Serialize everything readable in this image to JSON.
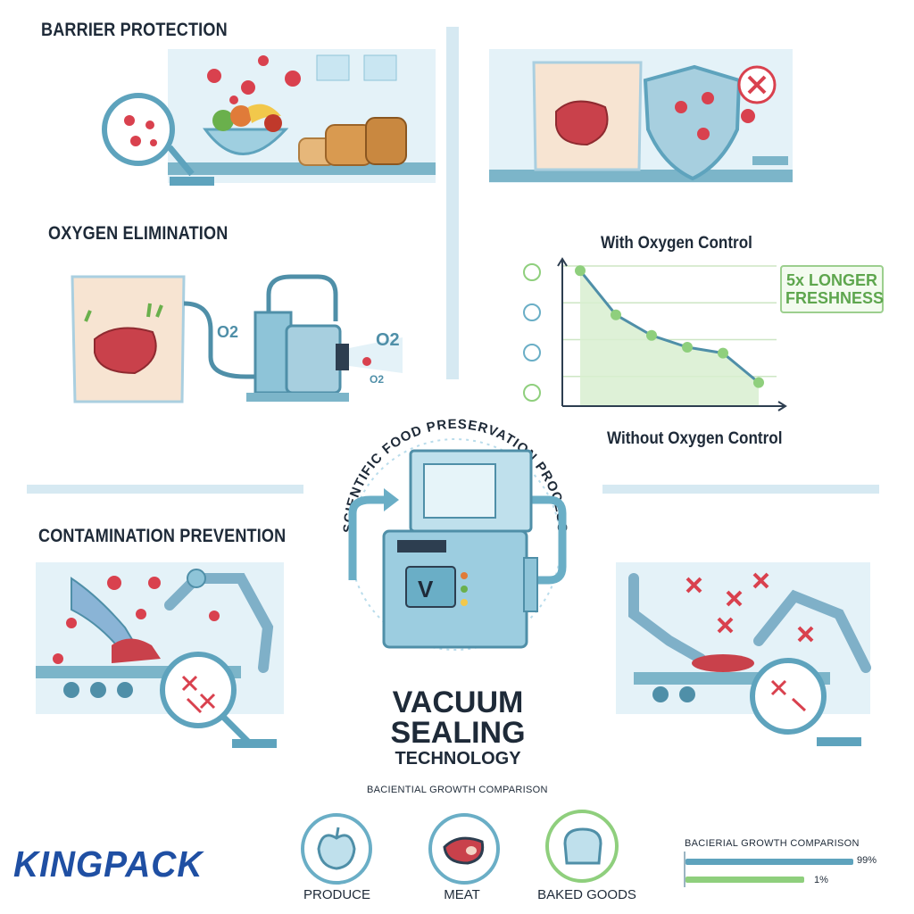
{
  "sections": {
    "barrier": "BARRIER PROTECTION",
    "oxygen": "OXYGEN ELIMINATION",
    "contamination": "CONTAMINATION PREVENTION"
  },
  "chart": {
    "title": "With Oxygen Control",
    "xlabel": "Without Oxygen Control",
    "badge_line1": "5x LONGER",
    "badge_line2": "FRESHNESS"
  },
  "chart_data": {
    "type": "line",
    "x": [
      1,
      2,
      3,
      4,
      5,
      6
    ],
    "series": [
      {
        "values": [
          9.2,
          6.2,
          4.8,
          4.0,
          3.6,
          1.6
        ]
      }
    ],
    "ylim": [
      0,
      10
    ],
    "grid": true
  },
  "gas": {
    "o2_left": "O2",
    "o2_right": "O2",
    "o2_small": "O2"
  },
  "center": {
    "arc_text": "SCIENTIFIC FOOD PRESERVATION PROCESS",
    "machine_logo": "V",
    "title_line1": "VACUUM",
    "title_line2": "SEALING",
    "title_line3": "TECHNOLOGY"
  },
  "comparison": {
    "title": "BACIENTIAL GROWTH COMPARISON",
    "categories": [
      {
        "label": "PRODUCE",
        "icon": "apple-icon"
      },
      {
        "label": "MEAT",
        "icon": "steak-icon"
      },
      {
        "label": "BAKED GOODS",
        "icon": "bread-icon"
      }
    ]
  },
  "growth": {
    "title": "BACIERIAL GROWTH COMPARISON",
    "bars": [
      {
        "value_label": "99%",
        "value": 99,
        "color": "#5ea3bd"
      },
      {
        "value_label": "1%",
        "value": 1,
        "color": "#8fcf7d"
      }
    ]
  },
  "brand": {
    "name": "KINGPACK",
    "color": "#1f4fa3"
  },
  "colors": {
    "accent": "#5ea3bd",
    "bacteria": "#d9414e",
    "green": "#8fcf7d"
  }
}
